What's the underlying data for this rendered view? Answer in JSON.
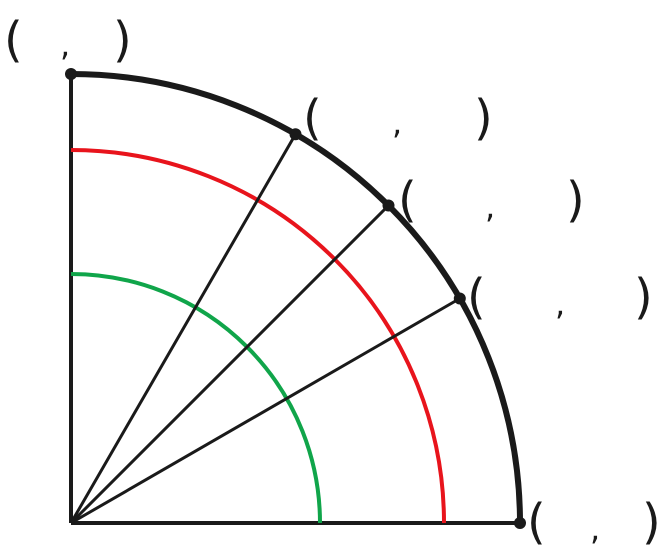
{
  "colors": {
    "outer_arc": "#1a1a1a",
    "middle_arc": "#e8141c",
    "inner_arc": "#10a54a",
    "rays": "#1a1a1a",
    "axes": "#1a1a1a"
  },
  "diagram": {
    "angles_deg": [
      0,
      30,
      45,
      60,
      90
    ],
    "arcs": [
      {
        "name": "outer-arc",
        "color_key": "outer_arc"
      },
      {
        "name": "middle-arc",
        "color_key": "middle_arc"
      },
      {
        "name": "inner-arc",
        "color_key": "inner_arc"
      }
    ],
    "labels": [
      {
        "open": "(",
        "sep": ",",
        "close": ")"
      },
      {
        "open": "(",
        "sep": ",",
        "close": ")"
      },
      {
        "open": "(",
        "sep": ",",
        "close": ")"
      },
      {
        "open": "(",
        "sep": ",",
        "close": ")"
      },
      {
        "open": "(",
        "sep": ",",
        "close": ")"
      }
    ]
  }
}
